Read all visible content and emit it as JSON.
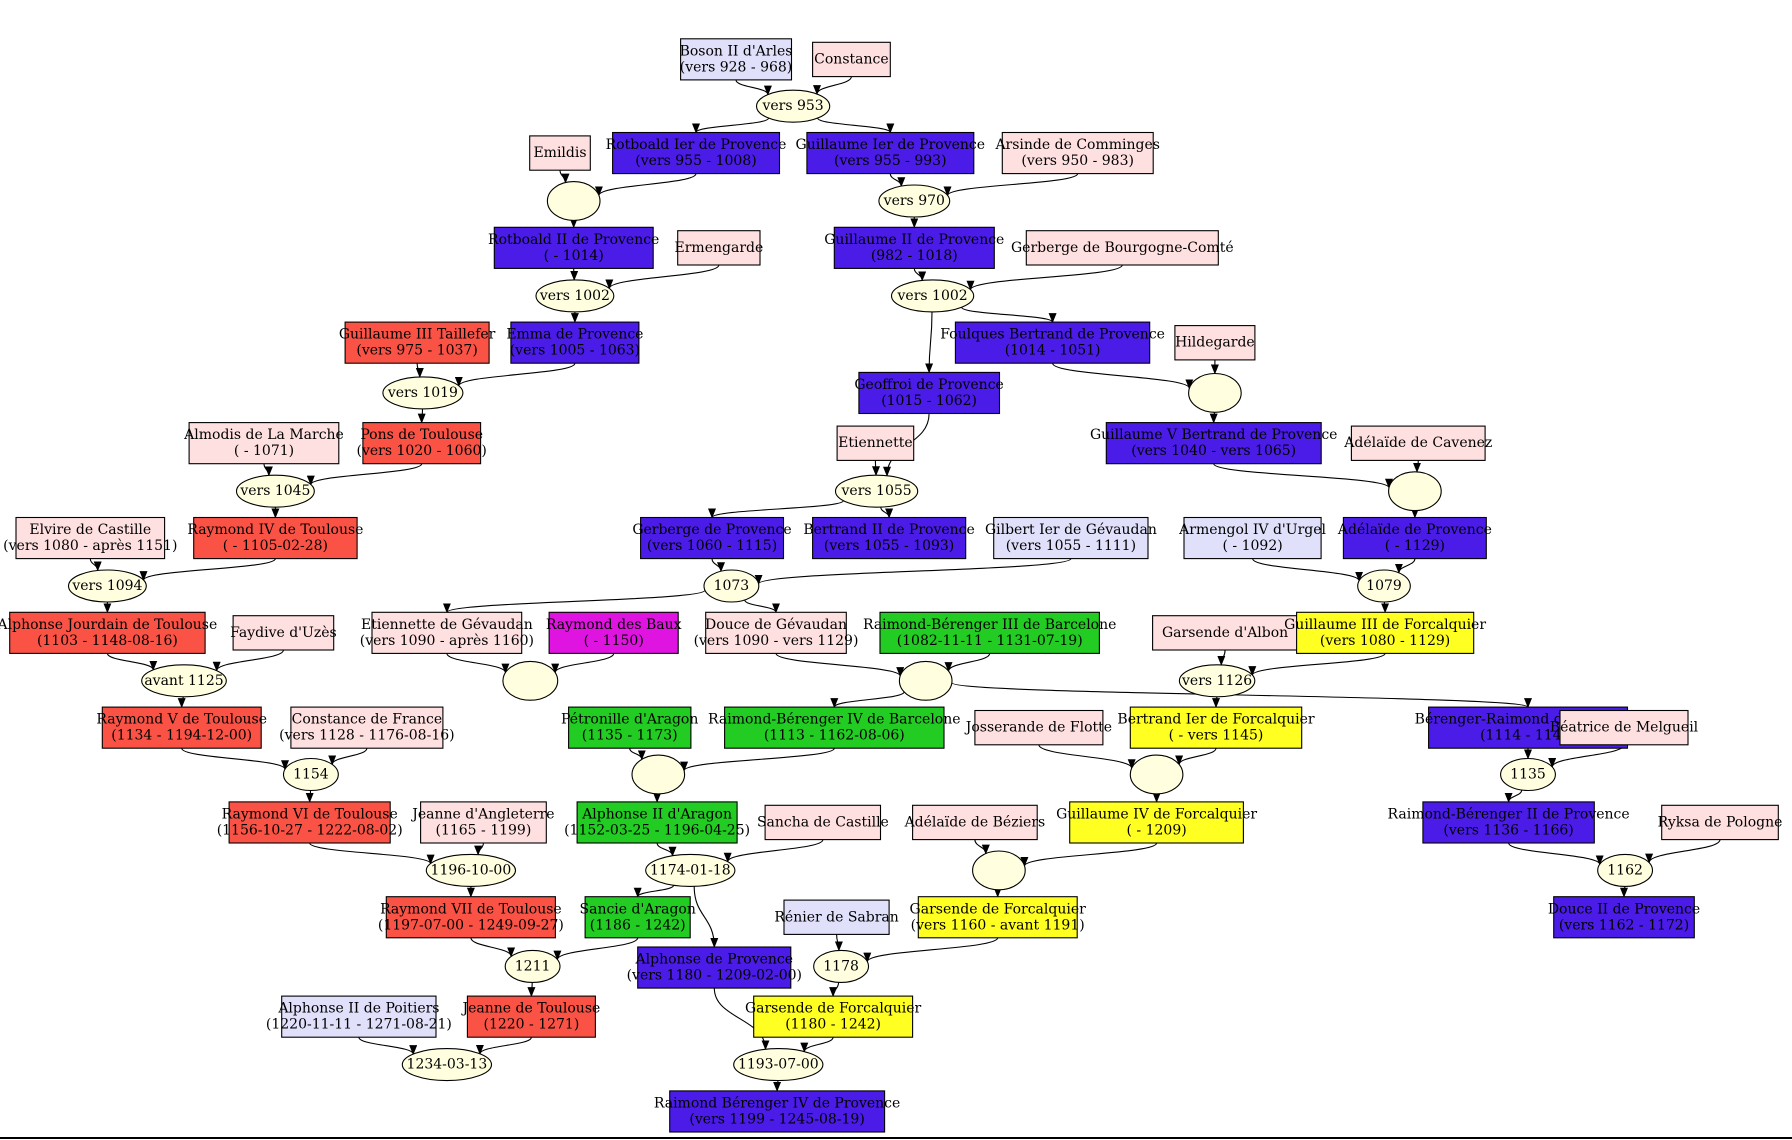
{
  "colors": {
    "provence": "#4b1be8",
    "toulouse": "#fa5346",
    "barcelona": "#22cc22",
    "forcalquier": "#ffff22",
    "baux": "#e014e0",
    "female": "#ffe0e0",
    "male": "#e0e0fa",
    "marriage": "#ffffe0"
  },
  "people": [
    {
      "id": "boson",
      "lines": [
        "Boson II d'Arles",
        "(vers 928 - 968)"
      ],
      "c": "male"
    },
    {
      "id": "constance",
      "lines": [
        "Constance"
      ],
      "c": "female"
    },
    {
      "id": "emildis",
      "lines": [
        "Emildis"
      ],
      "c": "female"
    },
    {
      "id": "rotboald1",
      "lines": [
        "Rotboald Ier de Provence",
        "(vers 955 - 1008)"
      ],
      "c": "provence"
    },
    {
      "id": "guillaume1",
      "lines": [
        "Guillaume Ier de Provence",
        "(vers 955 - 993)"
      ],
      "c": "provence"
    },
    {
      "id": "arsinde",
      "lines": [
        "Arsinde de Comminges",
        "(vers 950 - 983)"
      ],
      "c": "female"
    },
    {
      "id": "rotboald2",
      "lines": [
        "Rotboald II de Provence",
        "( - 1014)"
      ],
      "c": "provence"
    },
    {
      "id": "ermengarde",
      "lines": [
        "Ermengarde"
      ],
      "c": "female"
    },
    {
      "id": "guillaume2",
      "lines": [
        "Guillaume II de Provence",
        "(982 - 1018)"
      ],
      "c": "provence"
    },
    {
      "id": "gerberge_b",
      "lines": [
        "Gerberge de Bourgogne-Comté"
      ],
      "c": "female"
    },
    {
      "id": "guillaume3t",
      "lines": [
        "Guillaume III Taillefer",
        "(vers 975 - 1037)"
      ],
      "c": "toulouse"
    },
    {
      "id": "emma",
      "lines": [
        "Emma de Provence",
        "(vers 1005 - 1063)"
      ],
      "c": "provence"
    },
    {
      "id": "foulques",
      "lines": [
        "Foulques Bertrand de Provence",
        "(1014 - 1051)"
      ],
      "c": "provence"
    },
    {
      "id": "hildegarde",
      "lines": [
        "Hildegarde"
      ],
      "c": "female"
    },
    {
      "id": "geoffroi",
      "lines": [
        "Geoffroi de Provence",
        "(1015 - 1062)"
      ],
      "c": "provence"
    },
    {
      "id": "almodis",
      "lines": [
        "Almodis de La Marche",
        "( - 1071)"
      ],
      "c": "female"
    },
    {
      "id": "pons",
      "lines": [
        "Pons de Toulouse",
        "(vers 1020 - 1060)"
      ],
      "c": "toulouse"
    },
    {
      "id": "guillaume5",
      "lines": [
        "Guillaume V Bertrand de Provence",
        "(vers 1040 - vers 1065)"
      ],
      "c": "provence"
    },
    {
      "id": "etiennette",
      "lines": [
        "Etiennette"
      ],
      "c": "female"
    },
    {
      "id": "adelaide_cav",
      "lines": [
        "Adélaïde de Cavenez"
      ],
      "c": "female"
    },
    {
      "id": "elvire",
      "lines": [
        "Elvire de Castille",
        "(vers 1080 - après 1151)"
      ],
      "c": "female"
    },
    {
      "id": "raymond4",
      "lines": [
        "Raymond IV de Toulouse",
        "( - 1105-02-28)"
      ],
      "c": "toulouse"
    },
    {
      "id": "gerberge_p",
      "lines": [
        "Gerberge de Provence",
        "(vers 1060 - 1115)"
      ],
      "c": "provence"
    },
    {
      "id": "bertrand2",
      "lines": [
        "Bertrand II de Provence",
        "(vers 1055 - 1093)"
      ],
      "c": "provence"
    },
    {
      "id": "gilbert",
      "lines": [
        "Gilbert Ier de Gévaudan",
        "(vers 1055 - 1111)"
      ],
      "c": "male"
    },
    {
      "id": "armengol",
      "lines": [
        "Armengol IV d'Urgel",
        "( - 1092)"
      ],
      "c": "male"
    },
    {
      "id": "adelaide_p",
      "lines": [
        "Adélaïde de Provence",
        "( - 1129)"
      ],
      "c": "provence"
    },
    {
      "id": "alphonse_j",
      "lines": [
        "Alphonse Jourdain de Toulouse",
        "(1103 - 1148-08-16)"
      ],
      "c": "toulouse"
    },
    {
      "id": "faydive",
      "lines": [
        "Faydive d'Uzès"
      ],
      "c": "female"
    },
    {
      "id": "etiennette_g",
      "lines": [
        "Etiennette de Gévaudan",
        "(vers 1090 - après 1160)"
      ],
      "c": "female"
    },
    {
      "id": "raymond_baux",
      "lines": [
        "Raymond des Baux",
        "( - 1150)"
      ],
      "c": "baux"
    },
    {
      "id": "douce_g",
      "lines": [
        "Douce de Gévaudan",
        "(vers 1090 - vers 1129)"
      ],
      "c": "female"
    },
    {
      "id": "rb3",
      "lines": [
        "Raimond-Bérenger III de Barcelone",
        "(1082-11-11 - 1131-07-19)"
      ],
      "c": "barcelona"
    },
    {
      "id": "garsende_a",
      "lines": [
        "Garsende d'Albon"
      ],
      "c": "female"
    },
    {
      "id": "guillaume3f",
      "lines": [
        "Guillaume III de Forcalquier",
        "(vers 1080 - 1129)"
      ],
      "c": "forcalquier"
    },
    {
      "id": "raymond5",
      "lines": [
        "Raymond V de Toulouse",
        "(1134 - 1194-12-00)"
      ],
      "c": "toulouse"
    },
    {
      "id": "constance_f",
      "lines": [
        "Constance de France",
        "(vers 1128 - 1176-08-16)"
      ],
      "c": "female"
    },
    {
      "id": "petronille",
      "lines": [
        "Pétronille d'Aragon",
        "(1135 - 1173)"
      ],
      "c": "barcelona"
    },
    {
      "id": "rb4",
      "lines": [
        "Raimond-Bérenger IV de Barcelone",
        "(1113 - 1162-08-06)"
      ],
      "c": "barcelona"
    },
    {
      "id": "josserande",
      "lines": [
        "Josserande de Flotte"
      ],
      "c": "female"
    },
    {
      "id": "bertrand1f",
      "lines": [
        "Bertrand Ier de Forcalquier",
        "( - vers 1145)"
      ],
      "c": "forcalquier"
    },
    {
      "id": "berenger_r",
      "lines": [
        "Bérenger-Raimond de Provence",
        "(1114 - 1144)"
      ],
      "c": "provence"
    },
    {
      "id": "beatrice",
      "lines": [
        "Béatrice de Melgueil"
      ],
      "c": "female"
    },
    {
      "id": "raymond6",
      "lines": [
        "Raymond VI de Toulouse",
        "(1156-10-27 - 1222-08-02)"
      ],
      "c": "toulouse"
    },
    {
      "id": "jeanne_a",
      "lines": [
        "Jeanne d'Angleterre",
        "(1165 - 1199)"
      ],
      "c": "female"
    },
    {
      "id": "alphonse2a",
      "lines": [
        "Alphonse II d'Aragon",
        "(1152-03-25 - 1196-04-25)"
      ],
      "c": "barcelona"
    },
    {
      "id": "sancha",
      "lines": [
        "Sancha de Castille"
      ],
      "c": "female"
    },
    {
      "id": "adelaide_b",
      "lines": [
        "Adélaïde de Béziers"
      ],
      "c": "female"
    },
    {
      "id": "guillaume4f",
      "lines": [
        "Guillaume IV de Forcalquier",
        "( - 1209)"
      ],
      "c": "forcalquier"
    },
    {
      "id": "rb2p",
      "lines": [
        "Raimond-Bérenger II de Provence",
        "(vers 1136 - 1166)"
      ],
      "c": "provence"
    },
    {
      "id": "ryksa",
      "lines": [
        "Ryksa de Pologne"
      ],
      "c": "female"
    },
    {
      "id": "raymond7",
      "lines": [
        "Raymond VII de Toulouse",
        "(1197-07-00 - 1249-09-27)"
      ],
      "c": "toulouse"
    },
    {
      "id": "sancie",
      "lines": [
        "Sancie d'Aragon",
        "(1186 - 1242)"
      ],
      "c": "barcelona"
    },
    {
      "id": "renier",
      "lines": [
        "Rénier de Sabran"
      ],
      "c": "male"
    },
    {
      "id": "garsende_f1",
      "lines": [
        "Garsende de Forcalquier",
        "(vers 1160 - avant 1191)"
      ],
      "c": "forcalquier"
    },
    {
      "id": "douce2",
      "lines": [
        "Douce II de Provence",
        "(vers 1162 - 1172)"
      ],
      "c": "provence"
    },
    {
      "id": "alphonse_p",
      "lines": [
        "Alphonse de Provence",
        "(vers 1180 - 1209-02-00)"
      ],
      "c": "provence"
    },
    {
      "id": "alphonse2p",
      "lines": [
        "Alphonse II de Poitiers",
        "(1220-11-11 - 1271-08-21)"
      ],
      "c": "male"
    },
    {
      "id": "jeanne_t",
      "lines": [
        "Jeanne de Toulouse",
        "(1220 - 1271)"
      ],
      "c": "toulouse"
    },
    {
      "id": "garsende_f2",
      "lines": [
        "Garsende de Forcalquier",
        "(1180 - 1242)"
      ],
      "c": "forcalquier"
    },
    {
      "id": "rb4p",
      "lines": [
        "Raimond Bérenger IV de Provence",
        "(vers 1199 - 1245-08-19)"
      ],
      "c": "provence"
    }
  ],
  "marriages": [
    {
      "id": "m_953",
      "label": "vers 953"
    },
    {
      "id": "m_em",
      "label": ""
    },
    {
      "id": "m_970",
      "label": "vers 970"
    },
    {
      "id": "m_1002a",
      "label": "vers 1002"
    },
    {
      "id": "m_1002b",
      "label": "vers 1002"
    },
    {
      "id": "m_1019",
      "label": "vers 1019"
    },
    {
      "id": "m_hild",
      "label": ""
    },
    {
      "id": "m_1045",
      "label": "vers 1045"
    },
    {
      "id": "m_1055",
      "label": "vers 1055"
    },
    {
      "id": "m_cav",
      "label": ""
    },
    {
      "id": "m_1094",
      "label": "vers 1094"
    },
    {
      "id": "m_1073",
      "label": "1073"
    },
    {
      "id": "m_1079",
      "label": "1079"
    },
    {
      "id": "m_1125",
      "label": "avant 1125"
    },
    {
      "id": "m_baux",
      "label": ""
    },
    {
      "id": "m_rb3",
      "label": ""
    },
    {
      "id": "m_1126",
      "label": "vers 1126"
    },
    {
      "id": "m_1154",
      "label": "1154"
    },
    {
      "id": "m_pet",
      "label": ""
    },
    {
      "id": "m_jos",
      "label": ""
    },
    {
      "id": "m_1135",
      "label": "1135"
    },
    {
      "id": "m_1196",
      "label": "1196-10-00"
    },
    {
      "id": "m_1174",
      "label": "1174-01-18"
    },
    {
      "id": "m_adb",
      "label": ""
    },
    {
      "id": "m_1162",
      "label": "1162"
    },
    {
      "id": "m_1211",
      "label": "1211"
    },
    {
      "id": "m_1178",
      "label": "1178"
    },
    {
      "id": "m_1234",
      "label": "1234-03-13"
    },
    {
      "id": "m_1193",
      "label": "1193-07-00"
    }
  ],
  "unions": [
    {
      "m": "m_953",
      "spouses": [
        "boson",
        "constance"
      ],
      "children": [
        "rotboald1",
        "guillaume1"
      ]
    },
    {
      "m": "m_em",
      "spouses": [
        "emildis",
        "rotboald1"
      ],
      "children": [
        "rotboald2"
      ]
    },
    {
      "m": "m_970",
      "spouses": [
        "guillaume1",
        "arsinde"
      ],
      "children": [
        "guillaume2"
      ]
    },
    {
      "m": "m_1002a",
      "spouses": [
        "rotboald2",
        "ermengarde"
      ],
      "children": [
        "emma"
      ]
    },
    {
      "m": "m_1002b",
      "spouses": [
        "guillaume2",
        "gerberge_b"
      ],
      "children": [
        "foulques",
        "geoffroi"
      ]
    },
    {
      "m": "m_1019",
      "spouses": [
        "guillaume3t",
        "emma"
      ],
      "children": [
        "pons"
      ]
    },
    {
      "m": "m_hild",
      "spouses": [
        "foulques",
        "hildegarde"
      ],
      "children": [
        "guillaume5"
      ]
    },
    {
      "m": "m_1045",
      "spouses": [
        "almodis",
        "pons"
      ],
      "children": [
        "raymond4"
      ]
    },
    {
      "m": "m_1055",
      "spouses": [
        "etiennette",
        "geoffroi"
      ],
      "children": [
        "gerberge_p",
        "bertrand2"
      ]
    },
    {
      "m": "m_cav",
      "spouses": [
        "guillaume5",
        "adelaide_cav"
      ],
      "children": [
        "adelaide_p"
      ]
    },
    {
      "m": "m_1094",
      "spouses": [
        "elvire",
        "raymond4"
      ],
      "children": [
        "alphonse_j"
      ]
    },
    {
      "m": "m_1073",
      "spouses": [
        "gerberge_p",
        "gilbert"
      ],
      "children": [
        "etiennette_g",
        "douce_g"
      ]
    },
    {
      "m": "m_1079",
      "spouses": [
        "armengol",
        "adelaide_p"
      ],
      "children": [
        "guillaume3f"
      ]
    },
    {
      "m": "m_1125",
      "spouses": [
        "alphonse_j",
        "faydive"
      ],
      "children": [
        "raymond5"
      ]
    },
    {
      "m": "m_baux",
      "spouses": [
        "etiennette_g",
        "raymond_baux"
      ],
      "children": []
    },
    {
      "m": "m_rb3",
      "spouses": [
        "douce_g",
        "rb3"
      ],
      "children": [
        "rb4",
        "berenger_r"
      ]
    },
    {
      "m": "m_1126",
      "spouses": [
        "garsende_a",
        "guillaume3f"
      ],
      "children": [
        "bertrand1f"
      ]
    },
    {
      "m": "m_1154",
      "spouses": [
        "raymond5",
        "constance_f"
      ],
      "children": [
        "raymond6"
      ]
    },
    {
      "m": "m_pet",
      "spouses": [
        "petronille",
        "rb4"
      ],
      "children": [
        "alphonse2a"
      ]
    },
    {
      "m": "m_jos",
      "spouses": [
        "josserande",
        "bertrand1f"
      ],
      "children": [
        "guillaume4f"
      ]
    },
    {
      "m": "m_1135",
      "spouses": [
        "berenger_r",
        "beatrice"
      ],
      "children": [
        "rb2p"
      ]
    },
    {
      "m": "m_1196",
      "spouses": [
        "raymond6",
        "jeanne_a"
      ],
      "children": [
        "raymond7"
      ]
    },
    {
      "m": "m_1174",
      "spouses": [
        "alphonse2a",
        "sancha"
      ],
      "children": [
        "sancie",
        "alphonse_p"
      ]
    },
    {
      "m": "m_adb",
      "spouses": [
        "adelaide_b",
        "guillaume4f"
      ],
      "children": [
        "garsende_f1"
      ]
    },
    {
      "m": "m_1162",
      "spouses": [
        "rb2p",
        "ryksa"
      ],
      "children": [
        "douce2"
      ]
    },
    {
      "m": "m_1211",
      "spouses": [
        "raymond7",
        "sancie"
      ],
      "children": [
        "jeanne_t"
      ]
    },
    {
      "m": "m_1178",
      "spouses": [
        "renier",
        "garsende_f1"
      ],
      "children": [
        "garsende_f2"
      ]
    },
    {
      "m": "m_1234",
      "spouses": [
        "alphonse2p",
        "jeanne_t"
      ],
      "children": []
    },
    {
      "m": "m_1193",
      "spouses": [
        "alphonse_p",
        "garsende_f2"
      ],
      "children": [
        "rb4p"
      ]
    }
  ]
}
